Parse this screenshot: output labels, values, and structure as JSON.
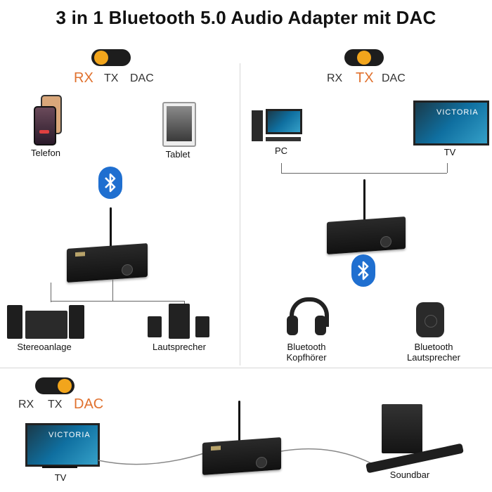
{
  "title": "3 in 1 Bluetooth 5.0 Audio Adapter mit DAC",
  "modes": {
    "rx": "RX",
    "tx": "TX",
    "dac": "DAC"
  },
  "panels": {
    "rx": {
      "active_mode": "RX",
      "devices_top": [
        "Telefon",
        "Tablet"
      ],
      "devices_bottom": [
        "Stereoanlage",
        "Lautsprecher"
      ]
    },
    "tx": {
      "active_mode": "TX",
      "devices_top": [
        "PC",
        "TV"
      ],
      "devices_bottom": [
        "Bluetooth Kopfhörer",
        "Bluetooth Lautsprecher"
      ],
      "headphones_line1": "Bluetooth",
      "headphones_line2": "Kopfhörer",
      "speaker_line1": "Bluetooth",
      "speaker_line2": "Lautsprecher"
    },
    "dac": {
      "active_mode": "DAC",
      "devices": [
        "TV",
        "Soundbar"
      ]
    }
  },
  "tv_brand": "VICTORIA",
  "colors": {
    "accent": "#e0712e",
    "knob": "#f2a51c",
    "bluetooth": "#1f6fd0",
    "divider": "#d6d6d6"
  },
  "icons": [
    "bluetooth-icon",
    "phone-icon",
    "tablet-icon",
    "pc-icon",
    "tv-icon",
    "headphones-icon",
    "speaker-icon",
    "soundbar-icon",
    "stereo-icon",
    "adapter-device"
  ]
}
